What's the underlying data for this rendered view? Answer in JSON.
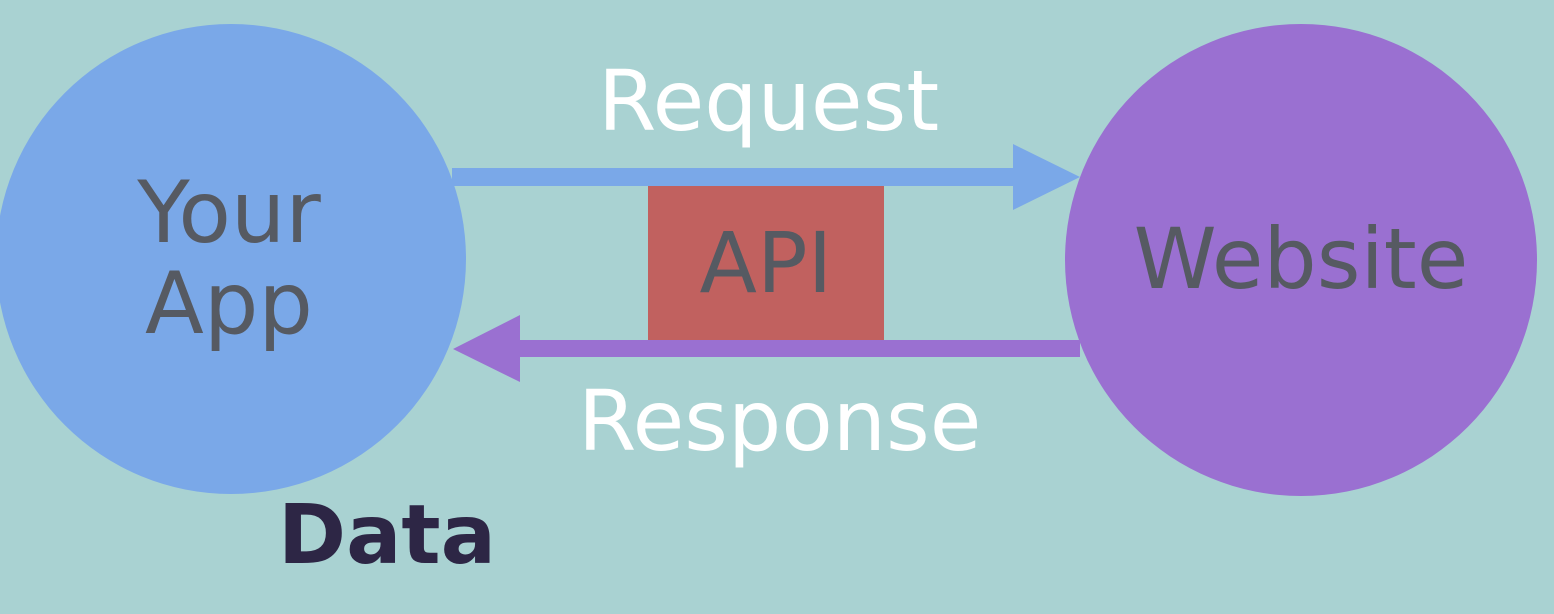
{
  "nodes": {
    "app": {
      "label": "Your\nApp"
    },
    "website": {
      "label": "Website"
    }
  },
  "connector": {
    "label": "API"
  },
  "arrows": {
    "request": {
      "label": "Request"
    },
    "response": {
      "label": "Response"
    }
  },
  "caption": "Data",
  "colors": {
    "background": "#a9d2d2",
    "app_node": "#7aa8e8",
    "website_node": "#9a70d1",
    "api_box": "#c1615f",
    "request_arrow": "#7aa8e8",
    "response_arrow": "#9a70d1",
    "node_text": "#565a62",
    "arrow_text": "#ffffff",
    "caption_text": "#2d2645"
  }
}
